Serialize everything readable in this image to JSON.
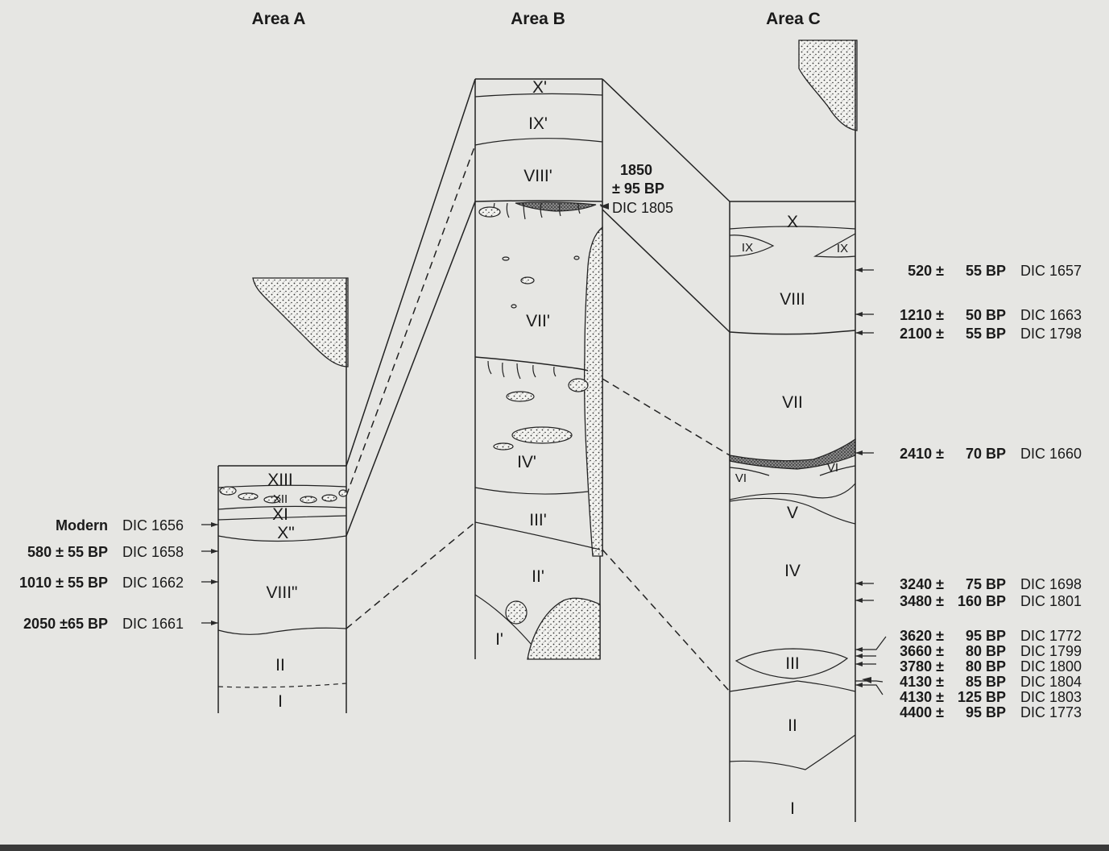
{
  "areas": {
    "a": {
      "title": "Area A",
      "layers": [
        "XIII",
        "XII",
        "XI",
        "X\"",
        "VIII\"",
        "II",
        "I"
      ],
      "dates": [
        {
          "age": "Modern",
          "lab": "DIC 1656"
        },
        {
          "age": "580 ± 55 BP",
          "lab": "DIC 1658"
        },
        {
          "age": "1010 ± 55 BP",
          "lab": "DIC 1662"
        },
        {
          "age": "2050 ±65 BP",
          "lab": "DIC 1661"
        }
      ]
    },
    "b": {
      "title": "Area B",
      "layers": [
        "X'",
        "IX'",
        "VIII'",
        "VII'",
        "IV'",
        "III'",
        "II'",
        "I'"
      ],
      "dates": [
        {
          "age_line1": "1850",
          "age_line2": "± 95 BP",
          "lab": "DIC 1805"
        }
      ]
    },
    "c": {
      "title": "Area C",
      "layers": [
        "X",
        "IX",
        "IX",
        "VIII",
        "VII",
        "VI",
        "VI",
        "V",
        "IV",
        "III",
        "II",
        "I"
      ],
      "dates": [
        {
          "age": "520 ±",
          "err": "55 BP",
          "lab": "DIC 1657"
        },
        {
          "age": "1210 ±",
          "err": "50 BP",
          "lab": "DIC 1663"
        },
        {
          "age": "2100 ±",
          "err": "55 BP",
          "lab": "DIC 1798"
        },
        {
          "age": "2410 ±",
          "err": "70 BP",
          "lab": "DIC 1660"
        },
        {
          "age": "3240 ±",
          "err": "75 BP",
          "lab": "DIC 1698"
        },
        {
          "age": "3480 ±",
          "err": "160 BP",
          "lab": "DIC 1801"
        },
        {
          "age": "3620 ±",
          "err": "95 BP",
          "lab": "DIC 1772"
        },
        {
          "age": "3660 ±",
          "err": "80 BP",
          "lab": "DIC 1799"
        },
        {
          "age": "3780 ±",
          "err": "80 BP",
          "lab": "DIC 1800"
        },
        {
          "age": "4130 ±",
          "err": "85 BP",
          "lab": "DIC 1804"
        },
        {
          "age": "4130 ±",
          "err": "125 BP",
          "lab": "DIC 1803"
        },
        {
          "age": "4400 ±",
          "err": "95 BP",
          "lab": "DIC 1773"
        }
      ]
    }
  },
  "colors": {
    "background": "#e6e6e3",
    "ink": "#1a1a1a"
  }
}
